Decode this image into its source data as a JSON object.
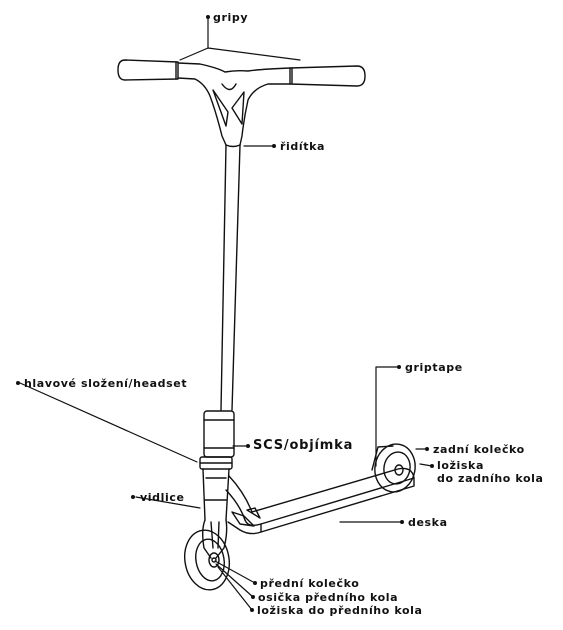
{
  "labels": {
    "gripy": "gripy",
    "riditka": "řidítka",
    "headset": "hlavové složení/headset",
    "griptape": "griptape",
    "scs": "SCS/objímka",
    "zadni_kolecko": "zadní kolečko",
    "loziska_zadni_1": "ložiska",
    "loziska_zadni_2": "do zadního kola",
    "vidlice": "vidlice",
    "deska": "deska",
    "predni_kolecko": "přední kolečko",
    "osicka": "osička předního kola",
    "loziska_predni": "ložiska do předního kola"
  },
  "colors": {
    "line": "#111111",
    "background": "#ffffff"
  }
}
